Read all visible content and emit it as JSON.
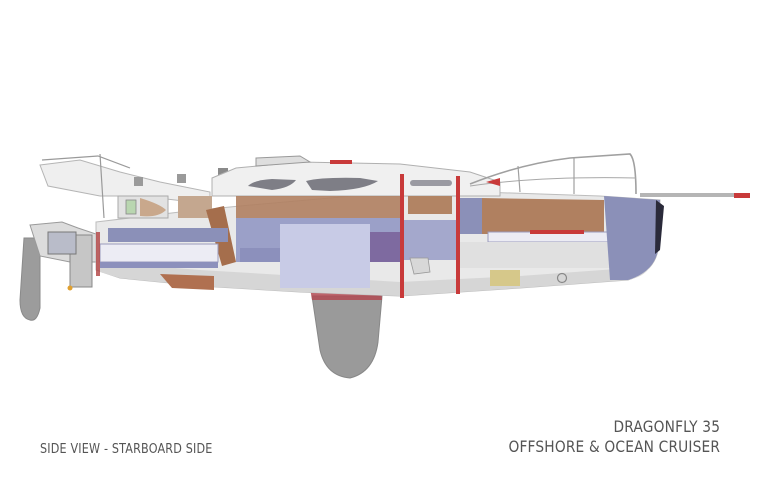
{
  "captions": {
    "view": "SIDE VIEW - STARBOARD SIDE",
    "model": "DRAGONFLY 35",
    "subtitle": "OFFSHORE & OCEAN CRUISER"
  },
  "colors": {
    "background": "#ffffff",
    "hull": "#e8e8e8",
    "hull_shadow": "#cfcfcf",
    "appendage": "#9a9a9a",
    "interior_blue": "#8b90b8",
    "interior_lilac": "#b7bbe0",
    "wood": "#b08060",
    "bulkhead_red": "#c83a3a",
    "keel_trunk": "#b24a52",
    "caption_text": "#555555"
  }
}
